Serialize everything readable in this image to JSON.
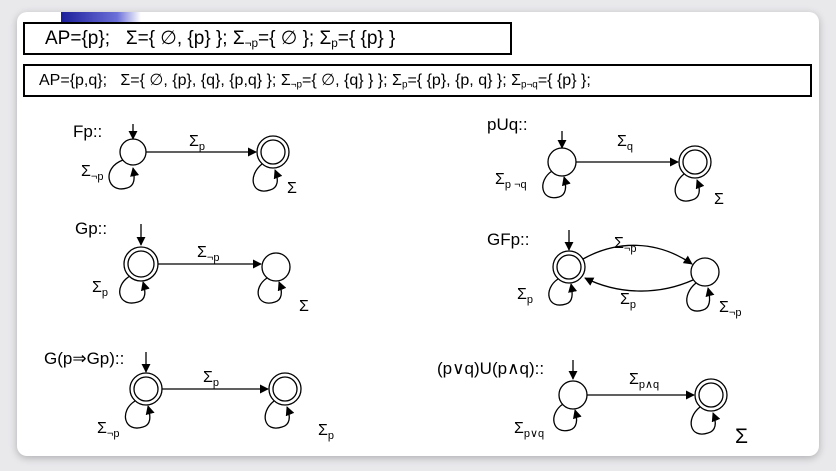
{
  "header": {
    "line1": {
      "ap": "AP={p};",
      "sigma": "Σ={ ∅, {p} };",
      "sigma_not_p_sym": "Σ",
      "sigma_not_p_sub": "¬p",
      "sigma_not_p_val": "={ ∅ };",
      "sigma_p_sym": "Σ",
      "sigma_p_sub": "p",
      "sigma_p_val": "={ {p} }"
    },
    "line2": {
      "ap": "AP={p,q};",
      "sigma": "Σ={ ∅, {p}, {q}, {p,q} };",
      "sigma_not_p_sym": "Σ",
      "sigma_not_p_sub": "¬p",
      "sigma_not_p_val": "={ ∅, {q} } };",
      "sigma_p_sym": "Σ",
      "sigma_p_sub": "p",
      "sigma_p_val": "={ {p}, {p, q} };",
      "sigma_pnq_sym": "Σ",
      "sigma_pnq_sub": "p¬q",
      "sigma_pnq_val": "={ {p} };"
    }
  },
  "automata": {
    "fp": {
      "title": "Fp::",
      "edge": {
        "sym": "Σ",
        "sub": "p"
      },
      "loop1": {
        "sym": "Σ",
        "sub": "¬p"
      },
      "loop2": {
        "sym": "Σ",
        "sub": ""
      }
    },
    "gp": {
      "title": "Gp::",
      "edge": {
        "sym": "Σ",
        "sub": "¬p"
      },
      "loop1": {
        "sym": "Σ",
        "sub": "p"
      },
      "loop2": {
        "sym": "Σ",
        "sub": ""
      }
    },
    "gpgp": {
      "title": "G(p⇒Gp)::",
      "edge": {
        "sym": "Σ",
        "sub": "p"
      },
      "loop1": {
        "sym": "Σ",
        "sub": "¬p"
      },
      "loop2": {
        "sym": "Σ",
        "sub": "p"
      }
    },
    "puq": {
      "title": "pUq::",
      "edge": {
        "sym": "Σ",
        "sub": "q"
      },
      "loop1": {
        "sym": "Σ",
        "sub": "p ¬q"
      },
      "loop2": {
        "sym": "Σ",
        "sub": ""
      }
    },
    "gfp": {
      "title": "GFp::",
      "edge_top": {
        "sym": "Σ",
        "sub": "¬p"
      },
      "edge_bottom": {
        "sym": "Σ",
        "sub": "p"
      },
      "loop1": {
        "sym": "Σ",
        "sub": "p"
      },
      "loop2": {
        "sym": "Σ",
        "sub": "¬p"
      }
    },
    "pvq": {
      "title": "(p∨q)U(p∧q)::",
      "edge": {
        "sym": "Σ",
        "sub": "p∧q"
      },
      "loop1": {
        "sym": "Σ",
        "sub": "p∨q"
      },
      "loop2": {
        "sym": "Σ",
        "sub": ""
      }
    }
  }
}
